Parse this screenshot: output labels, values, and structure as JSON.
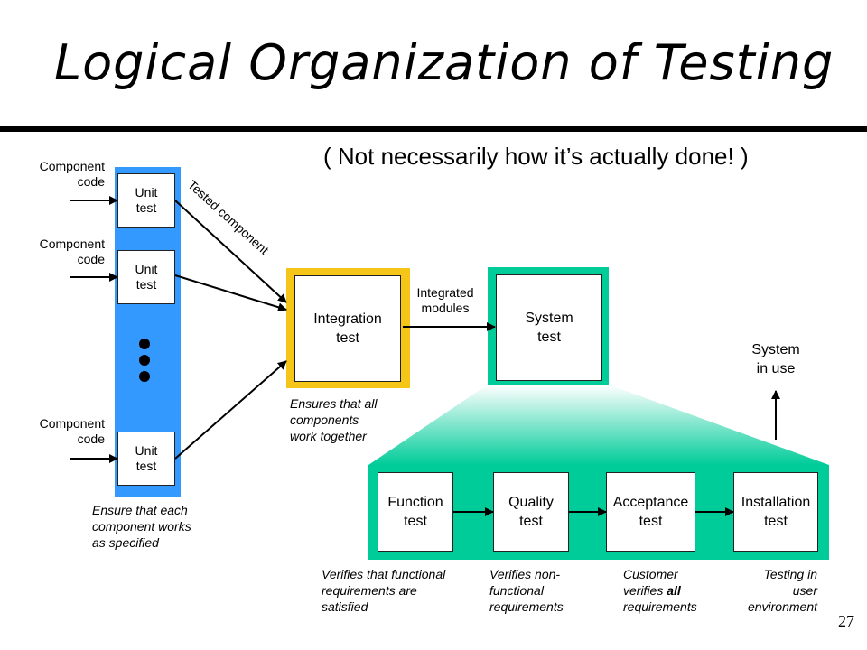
{
  "title": "Logical Organization of Testing",
  "subtitle": "( Not necessarily how it’s actually done! )",
  "colors": {
    "blue": "#3399ff",
    "yellow": "#f5c518",
    "teal": "#00cc99",
    "line": "#000000"
  },
  "unit_stage": {
    "component_labels": [
      "Component\ncode",
      "Component\ncode",
      "Component\ncode"
    ],
    "unit_boxes": [
      "Unit\ntest",
      "Unit\ntest",
      "Unit\ntest"
    ],
    "caption": "Ensure that each\ncomponent works\nas specified",
    "arrow_label": "Tested component"
  },
  "integration": {
    "box": "Integration\ntest",
    "caption": "Ensures that all\ncomponents\nwork together",
    "arrow_label": "Integrated\nmodules"
  },
  "system": {
    "box": "System\ntest"
  },
  "system_in_use": "System\nin use",
  "substages": [
    {
      "box": "Function\ntest",
      "caption": "Verifies that functional\nrequirements are\nsatisfied"
    },
    {
      "box": "Quality\ntest",
      "caption": "Verifies non-\nfunctional\nrequirements"
    },
    {
      "box": "Acceptance\ntest",
      "caption_parts": [
        "Customer\nverifies ",
        "all",
        "\nrequirements"
      ]
    },
    {
      "box": "Installation\ntest",
      "caption": "Testing in\nuser\nenvironment"
    }
  ],
  "page_number": "27"
}
